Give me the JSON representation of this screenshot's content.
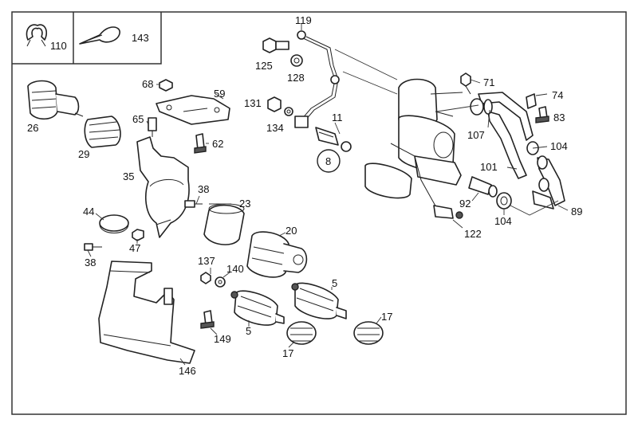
{
  "legend": {
    "items": [
      {
        "callout": "110",
        "icon": "clip-icon"
      },
      {
        "callout": "143",
        "icon": "cable-tie-icon"
      }
    ]
  },
  "callouts": {
    "c119": "119",
    "c125": "125",
    "c128": "128",
    "c131": "131",
    "c134": "134",
    "c11": "11",
    "c8": "8",
    "c71": "71",
    "c74": "74",
    "c83": "83",
    "c107": "107",
    "c104a": "104",
    "c101": "101",
    "c92": "92",
    "c104b": "104",
    "c89": "89",
    "c122": "122",
    "c68": "68",
    "c59": "59",
    "c65": "65",
    "c62": "62",
    "c26": "26",
    "c29": "29",
    "c35": "35",
    "c38a": "38",
    "c23": "23",
    "c44": "44",
    "c47": "47",
    "c38b": "38",
    "c20": "20",
    "c137": "137",
    "c140": "140",
    "c5a": "5",
    "c5b": "5",
    "c149": "149",
    "c17a": "17",
    "c17b": "17",
    "c146": "146"
  },
  "colors": {
    "line": "#222222",
    "background": "#ffffff",
    "frame": "#333333"
  }
}
